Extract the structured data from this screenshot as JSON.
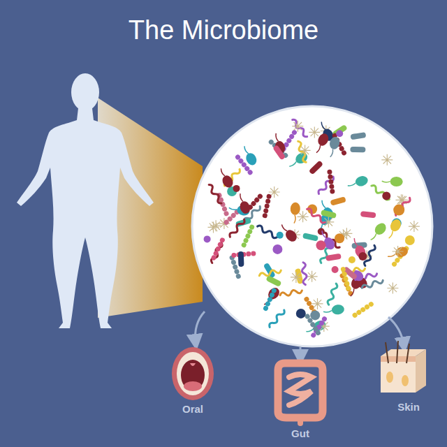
{
  "diagram": {
    "title": "The Microbiome",
    "labels": [
      "Oral",
      "Gut",
      "Skin"
    ]
  }
}
